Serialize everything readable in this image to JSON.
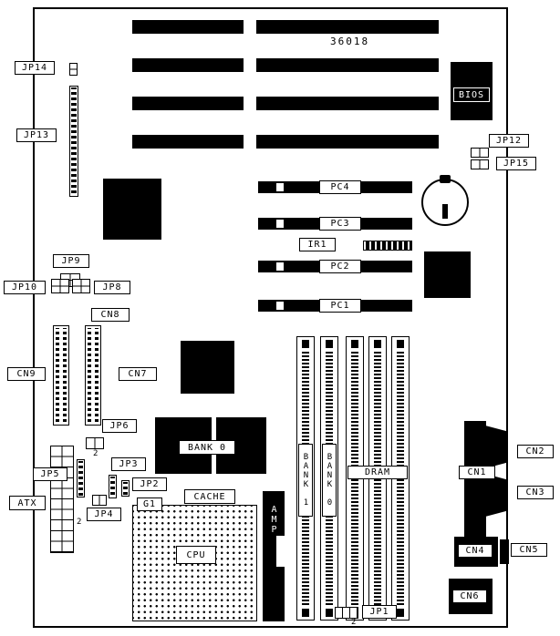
{
  "board": {
    "part_number": "36018"
  },
  "slots": {
    "pci": [
      {
        "label": "PC4"
      },
      {
        "label": "PC3"
      },
      {
        "label": "PC2"
      },
      {
        "label": "PC1"
      }
    ],
    "bank1": "BANK 1",
    "bank0": "BANK 0",
    "dram": "DRAM"
  },
  "chips": {
    "bios": "BIOS",
    "cpu": "CPU",
    "cache": "CACHE",
    "cache_bank": "BANK 0",
    "amp": "AMP"
  },
  "jumpers": {
    "jp14": "JP14",
    "jp13": "JP13",
    "jp12": "JP12",
    "jp15": "JP15",
    "jp9": "JP9",
    "jp10": "JP10",
    "jp8": "JP8",
    "jp6": "JP6",
    "jp5": "JP5",
    "jp4": "JP4",
    "jp3": "JP3",
    "jp2": "JP2",
    "jp1": "JP1",
    "ir1": "IR1",
    "g1": "G1"
  },
  "connectors": {
    "cn1": "CN1",
    "cn2": "CN2",
    "cn3": "CN3",
    "cn4": "CN4",
    "cn5": "CN5",
    "cn6": "CN6",
    "cn7": "CN7",
    "cn8": "CN8",
    "cn9": "CN9",
    "atx": "ATX"
  },
  "pin_markers": {
    "jp6_pin2": "2",
    "atx_pin2": "2",
    "jp1_pin2": "2"
  },
  "colors": {
    "board_bg": "#ffffff",
    "component": "#000000",
    "outline": "#000000"
  }
}
